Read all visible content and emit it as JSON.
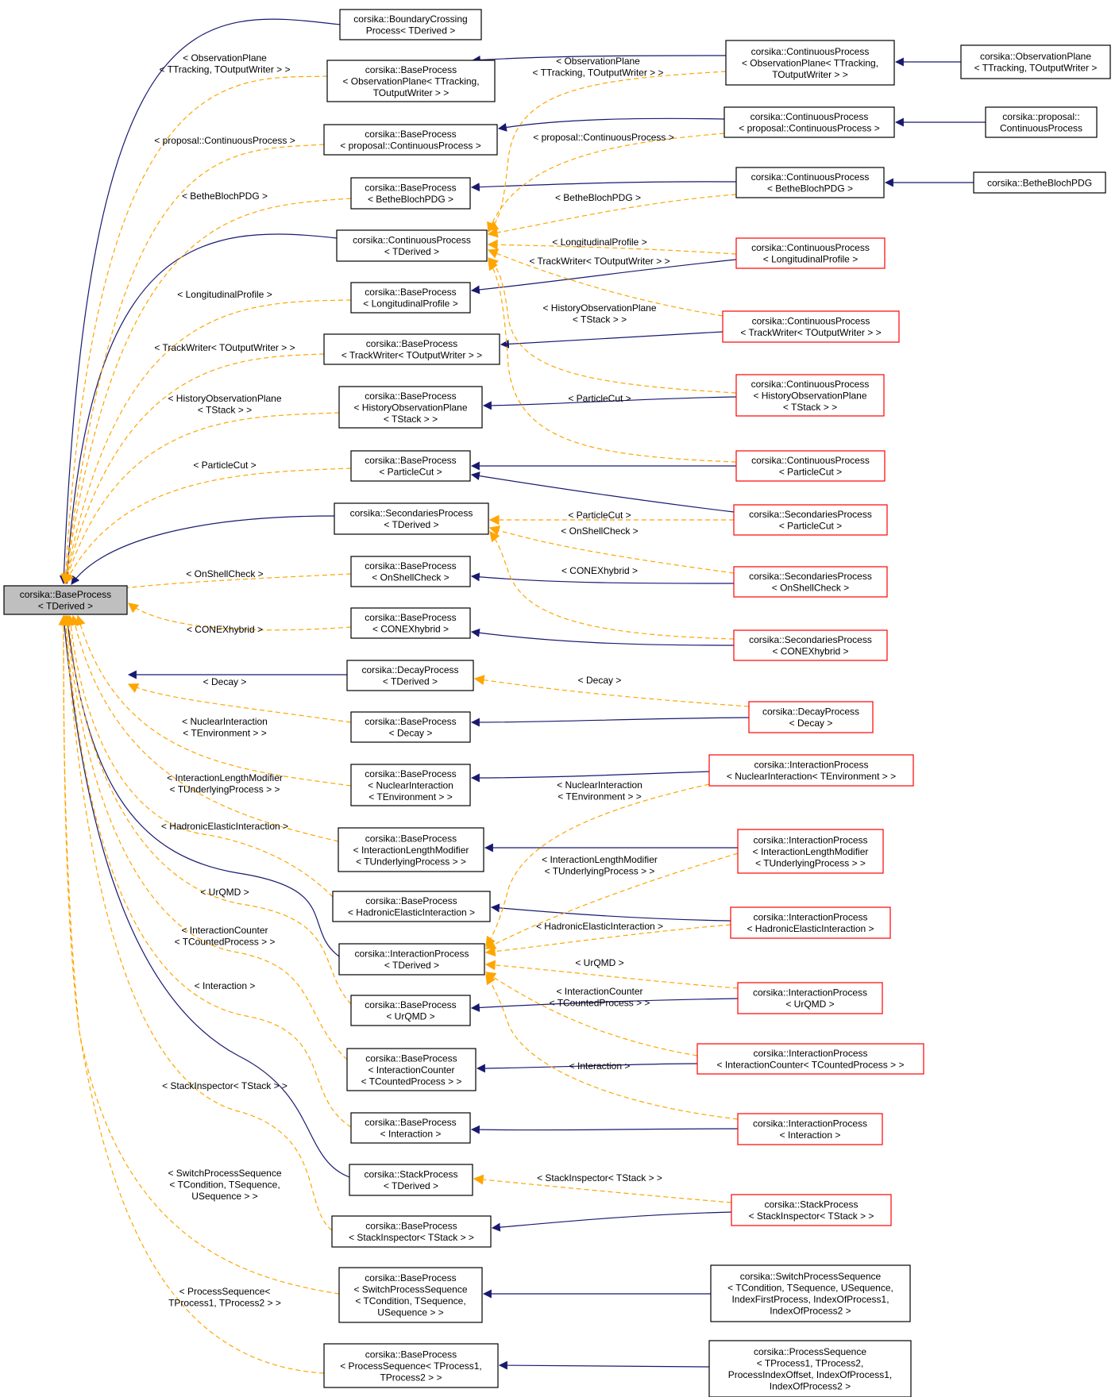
{
  "nodes": {
    "root": [
      "corsika::BaseProcess",
      "< TDerived >"
    ],
    "boundary_crossing": [
      "corsika::BoundaryCrossing",
      "Process< TDerived >"
    ],
    "base_obs_plane": [
      "corsika::BaseProcess",
      "< ObservationPlane< TTracking,",
      "TOutputWriter > >"
    ],
    "cont_obs_plane": [
      "corsika::ContinuousProcess",
      "< ObservationPlane< TTracking,",
      "TOutputWriter > >"
    ],
    "obs_plane": [
      "corsika::ObservationPlane",
      "< TTracking, TOutputWriter >"
    ],
    "base_proposal": [
      "corsika::BaseProcess",
      "< proposal::ContinuousProcess >"
    ],
    "cont_proposal": [
      "corsika::ContinuousProcess",
      "< proposal::ContinuousProcess >"
    ],
    "proposal_cont": [
      "corsika::proposal::",
      "ContinuousProcess"
    ],
    "base_bethe": [
      "corsika::BaseProcess",
      "< BetheBlochPDG >"
    ],
    "cont_bethe": [
      "corsika::ContinuousProcess",
      "< BetheBlochPDG >"
    ],
    "bethe": [
      "corsika::BetheBlochPDG"
    ],
    "cont_tderived": [
      "corsika::ContinuousProcess",
      "< TDerived >"
    ],
    "cont_longprof": [
      "corsika::ContinuousProcess",
      "< LongitudinalProfile >"
    ],
    "base_longprof": [
      "corsika::BaseProcess",
      "< LongitudinalProfile >"
    ],
    "base_trackwriter": [
      "corsika::BaseProcess",
      "< TrackWriter< TOutputWriter > >"
    ],
    "cont_trackwriter": [
      "corsika::ContinuousProcess",
      "< TrackWriter< TOutputWriter > >"
    ],
    "base_histobs": [
      "corsika::BaseProcess",
      "< HistoryObservationPlane",
      "< TStack > >"
    ],
    "cont_histobs": [
      "corsika::ContinuousProcess",
      "< HistoryObservationPlane",
      "< TStack > >"
    ],
    "base_particlecut": [
      "corsika::BaseProcess",
      "< ParticleCut >"
    ],
    "cont_particlecut": [
      "corsika::ContinuousProcess",
      "< ParticleCut >"
    ],
    "sec_tderived": [
      "corsika::SecondariesProcess",
      "< TDerived >"
    ],
    "sec_particlecut": [
      "corsika::SecondariesProcess",
      "< ParticleCut >"
    ],
    "base_onshell": [
      "corsika::BaseProcess",
      "< OnShellCheck >"
    ],
    "sec_onshell": [
      "corsika::SecondariesProcess",
      "< OnShellCheck >"
    ],
    "base_conex": [
      "corsika::BaseProcess",
      "< CONEXhybrid >"
    ],
    "sec_conex": [
      "corsika::SecondariesProcess",
      "< CONEXhybrid >"
    ],
    "decay_tderived": [
      "corsika::DecayProcess",
      "< TDerived >"
    ],
    "decay_decay": [
      "corsika::DecayProcess",
      "< Decay >"
    ],
    "base_decay": [
      "corsika::BaseProcess",
      "< Decay >"
    ],
    "base_nuclear": [
      "corsika::BaseProcess",
      "< NuclearInteraction",
      "< TEnvironment > >"
    ],
    "int_nuclear": [
      "corsika::InteractionProcess",
      "< NuclearInteraction< TEnvironment > >"
    ],
    "base_intlen": [
      "corsika::BaseProcess",
      "< InteractionLengthModifier",
      "< TUnderlyingProcess > >"
    ],
    "int_intlen": [
      "corsika::InteractionProcess",
      "< InteractionLengthModifier",
      "< TUnderlyingProcess > >"
    ],
    "base_hadronic": [
      "corsika::BaseProcess",
      "< HadronicElasticInteraction >"
    ],
    "int_hadronic": [
      "corsika::InteractionProcess",
      "< HadronicElasticInteraction >"
    ],
    "int_tderived": [
      "corsika::InteractionProcess",
      "< TDerived >"
    ],
    "base_urqmd": [
      "corsika::BaseProcess",
      "< UrQMD >"
    ],
    "int_urqmd": [
      "corsika::InteractionProcess",
      "< UrQMD >"
    ],
    "base_intcounter": [
      "corsika::BaseProcess",
      "< InteractionCounter",
      "< TCountedProcess > >"
    ],
    "int_intcounter": [
      "corsika::InteractionProcess",
      "< InteractionCounter< TCountedProcess > >"
    ],
    "base_interaction": [
      "corsika::BaseProcess",
      "< Interaction >"
    ],
    "int_interaction": [
      "corsika::InteractionProcess",
      "< Interaction >"
    ],
    "stack_tderived": [
      "corsika::StackProcess",
      "< TDerived >"
    ],
    "stack_inspector": [
      "corsika::StackProcess",
      "< StackInspector< TStack > >"
    ],
    "base_stackinsp": [
      "corsika::BaseProcess",
      "< StackInspector< TStack > >"
    ],
    "base_switch": [
      "corsika::BaseProcess",
      "< SwitchProcessSequence",
      "< TCondition, TSequence,",
      "USequence > >"
    ],
    "switch_seq": [
      "corsika::SwitchProcessSequence",
      "< TCondition, TSequence, USequence,",
      "IndexFirstProcess, IndexOfProcess1,",
      "IndexOfProcess2 >"
    ],
    "base_procseq": [
      "corsika::BaseProcess",
      "< ProcessSequence< TProcess1,",
      "TProcess2 > >"
    ],
    "proc_seq": [
      "corsika::ProcessSequence",
      "< TProcess1, TProcess2,",
      "ProcessIndexOffset, IndexOfProcess1,",
      "IndexOfProcess2 >"
    ]
  },
  "edge_labels": {
    "l_obs_left": [
      "< ObservationPlane",
      "< TTracking, TOutputWriter > >"
    ],
    "l_obs_right": [
      "< ObservationPlane",
      "< TTracking, TOutputWriter > >"
    ],
    "l_proposal_left": [
      "< proposal::ContinuousProcess >"
    ],
    "l_proposal_right": [
      "< proposal::ContinuousProcess >"
    ],
    "l_bethe_left": [
      "< BetheBlochPDG >"
    ],
    "l_bethe_right": [
      "< BetheBlochPDG >"
    ],
    "l_longprof_right": [
      "< LongitudinalProfile >"
    ],
    "l_trackwriter_right": [
      "< TrackWriter< TOutputWriter > >"
    ],
    "l_longprof_left": [
      "< LongitudinalProfile >"
    ],
    "l_histobs_right": [
      "< HistoryObservationPlane",
      "< TStack > >"
    ],
    "l_trackwriter_left": [
      "< TrackWriter< TOutputWriter > >"
    ],
    "l_histobs_left": [
      "< HistoryObservationPlane",
      "< TStack > >"
    ],
    "l_particlecut_right": [
      "< ParticleCut >"
    ],
    "l_particlecut_left": [
      "< ParticleCut >"
    ],
    "l_particlecut_sec": [
      "< ParticleCut >"
    ],
    "l_onshell_right": [
      "< OnShellCheck >"
    ],
    "l_onshell_left": [
      "< OnShellCheck >"
    ],
    "l_conex_right": [
      "< CONEXhybrid >"
    ],
    "l_conex_left": [
      "< CONEXhybrid >"
    ],
    "l_decay_left": [
      "< Decay >"
    ],
    "l_decay_right": [
      "< Decay >"
    ],
    "l_nuclear_left": [
      "< NuclearInteraction",
      "< TEnvironment > >"
    ],
    "l_nuclear_right": [
      "< NuclearInteraction",
      "< TEnvironment > >"
    ],
    "l_intlen_left": [
      "< InteractionLengthModifier",
      "< TUnderlyingProcess > >"
    ],
    "l_intlen_right": [
      "< InteractionLengthModifier",
      "< TUnderlyingProcess > >"
    ],
    "l_hadronic_left": [
      "< HadronicElasticInteraction >"
    ],
    "l_hadronic_right": [
      "< HadronicElasticInteraction >"
    ],
    "l_urqmd_left": [
      "< UrQMD >"
    ],
    "l_urqmd_right": [
      "< UrQMD >"
    ],
    "l_intcounter_left": [
      "< InteractionCounter",
      "< TCountedProcess > >"
    ],
    "l_intcounter_right": [
      "< InteractionCounter",
      "< TCountedProcess > >"
    ],
    "l_interaction_left": [
      "< Interaction >"
    ],
    "l_interaction_right": [
      "< Interaction >"
    ],
    "l_stackinsp_left": [
      "< StackInspector< TStack > >"
    ],
    "l_stackinsp_right": [
      "< StackInspector< TStack > >"
    ],
    "l_switch_left": [
      "< SwitchProcessSequence",
      "< TCondition, TSequence,",
      "USequence > >"
    ],
    "l_procseq_left": [
      "< ProcessSequence<",
      "TProcess1, TProcess2 > >"
    ]
  },
  "colors": {
    "inheritance_edge": "#191970",
    "template_edge": "#ffa500",
    "node_border": "#000000",
    "undocumented_border": "#ff0000",
    "root_fill": "#bfbfbf"
  }
}
